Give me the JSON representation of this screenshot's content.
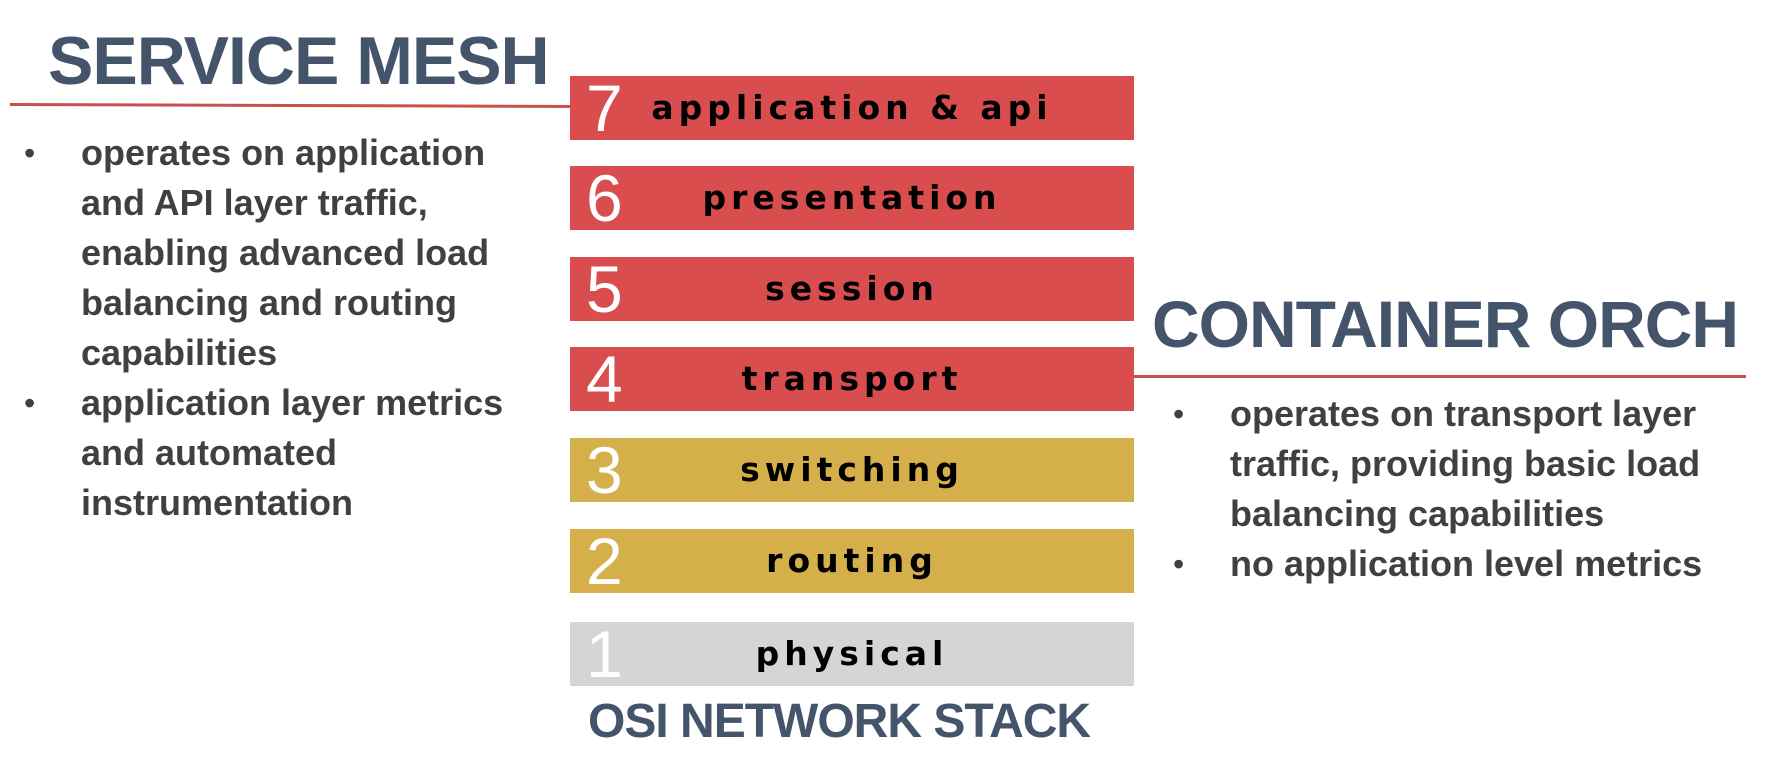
{
  "service_mesh": {
    "title": "SERVICE MESH",
    "bullets": [
      "operates on application and API layer traffic, enabling advanced load balancing and routing capabilities",
      "application layer metrics and automated instrumentation"
    ]
  },
  "container_orch": {
    "title": "CONTAINER ORCH",
    "bullets": [
      "operates on transport layer traffic, providing basic load balancing capabilities",
      "no application level metrics"
    ]
  },
  "bullet_glyph": "•",
  "osi_stack": {
    "caption": "OSI NETWORK STACK",
    "layers": [
      {
        "number": "7",
        "label": "application & api",
        "color": "#d94d4f"
      },
      {
        "number": "6",
        "label": "presentation",
        "color": "#d94d4f"
      },
      {
        "number": "5",
        "label": "session",
        "color": "#d94d4f"
      },
      {
        "number": "4",
        "label": "transport",
        "color": "#d94d4f"
      },
      {
        "number": "3",
        "label": "switching",
        "color": "#d4af4a"
      },
      {
        "number": "2",
        "label": "routing",
        "color": "#d4af4a"
      },
      {
        "number": "1",
        "label": "physical",
        "color": "#d5d5d5"
      }
    ]
  },
  "colors": {
    "heading": "#44546a",
    "body_text": "#404040",
    "rule": "#c9504f"
  }
}
